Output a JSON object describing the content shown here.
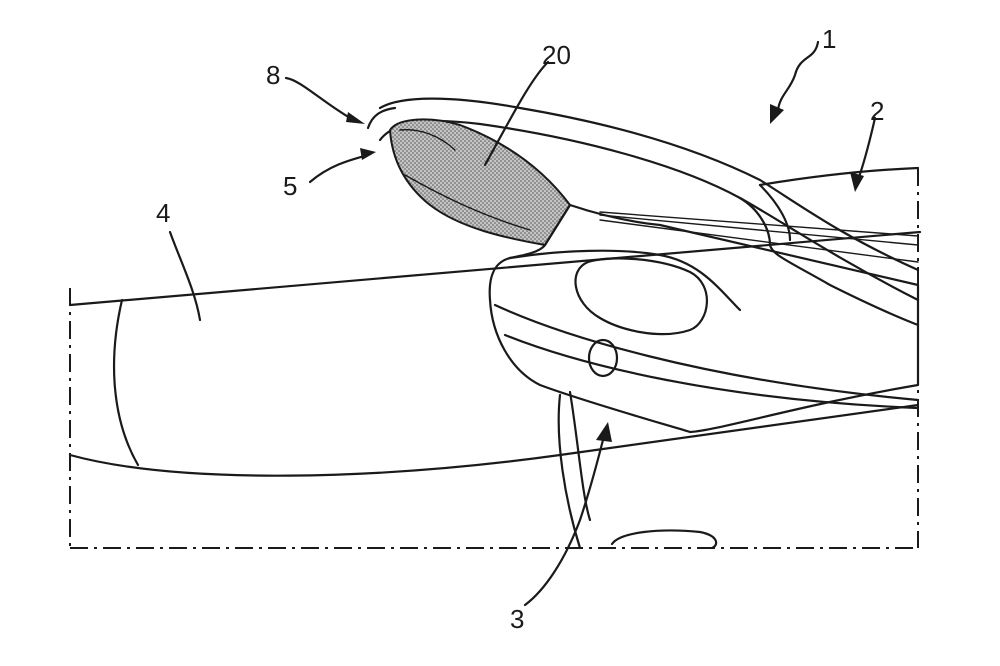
{
  "figure": {
    "reference_numerals": {
      "vehicle": "1",
      "part_2": "2",
      "part_3": "3",
      "part_4": "4",
      "part_5": "5",
      "part_8": "8",
      "part_20": "20"
    },
    "colors": {
      "line": "#1a1a1a",
      "shaded_region": "#9a9a9a",
      "background": "#ffffff"
    }
  }
}
